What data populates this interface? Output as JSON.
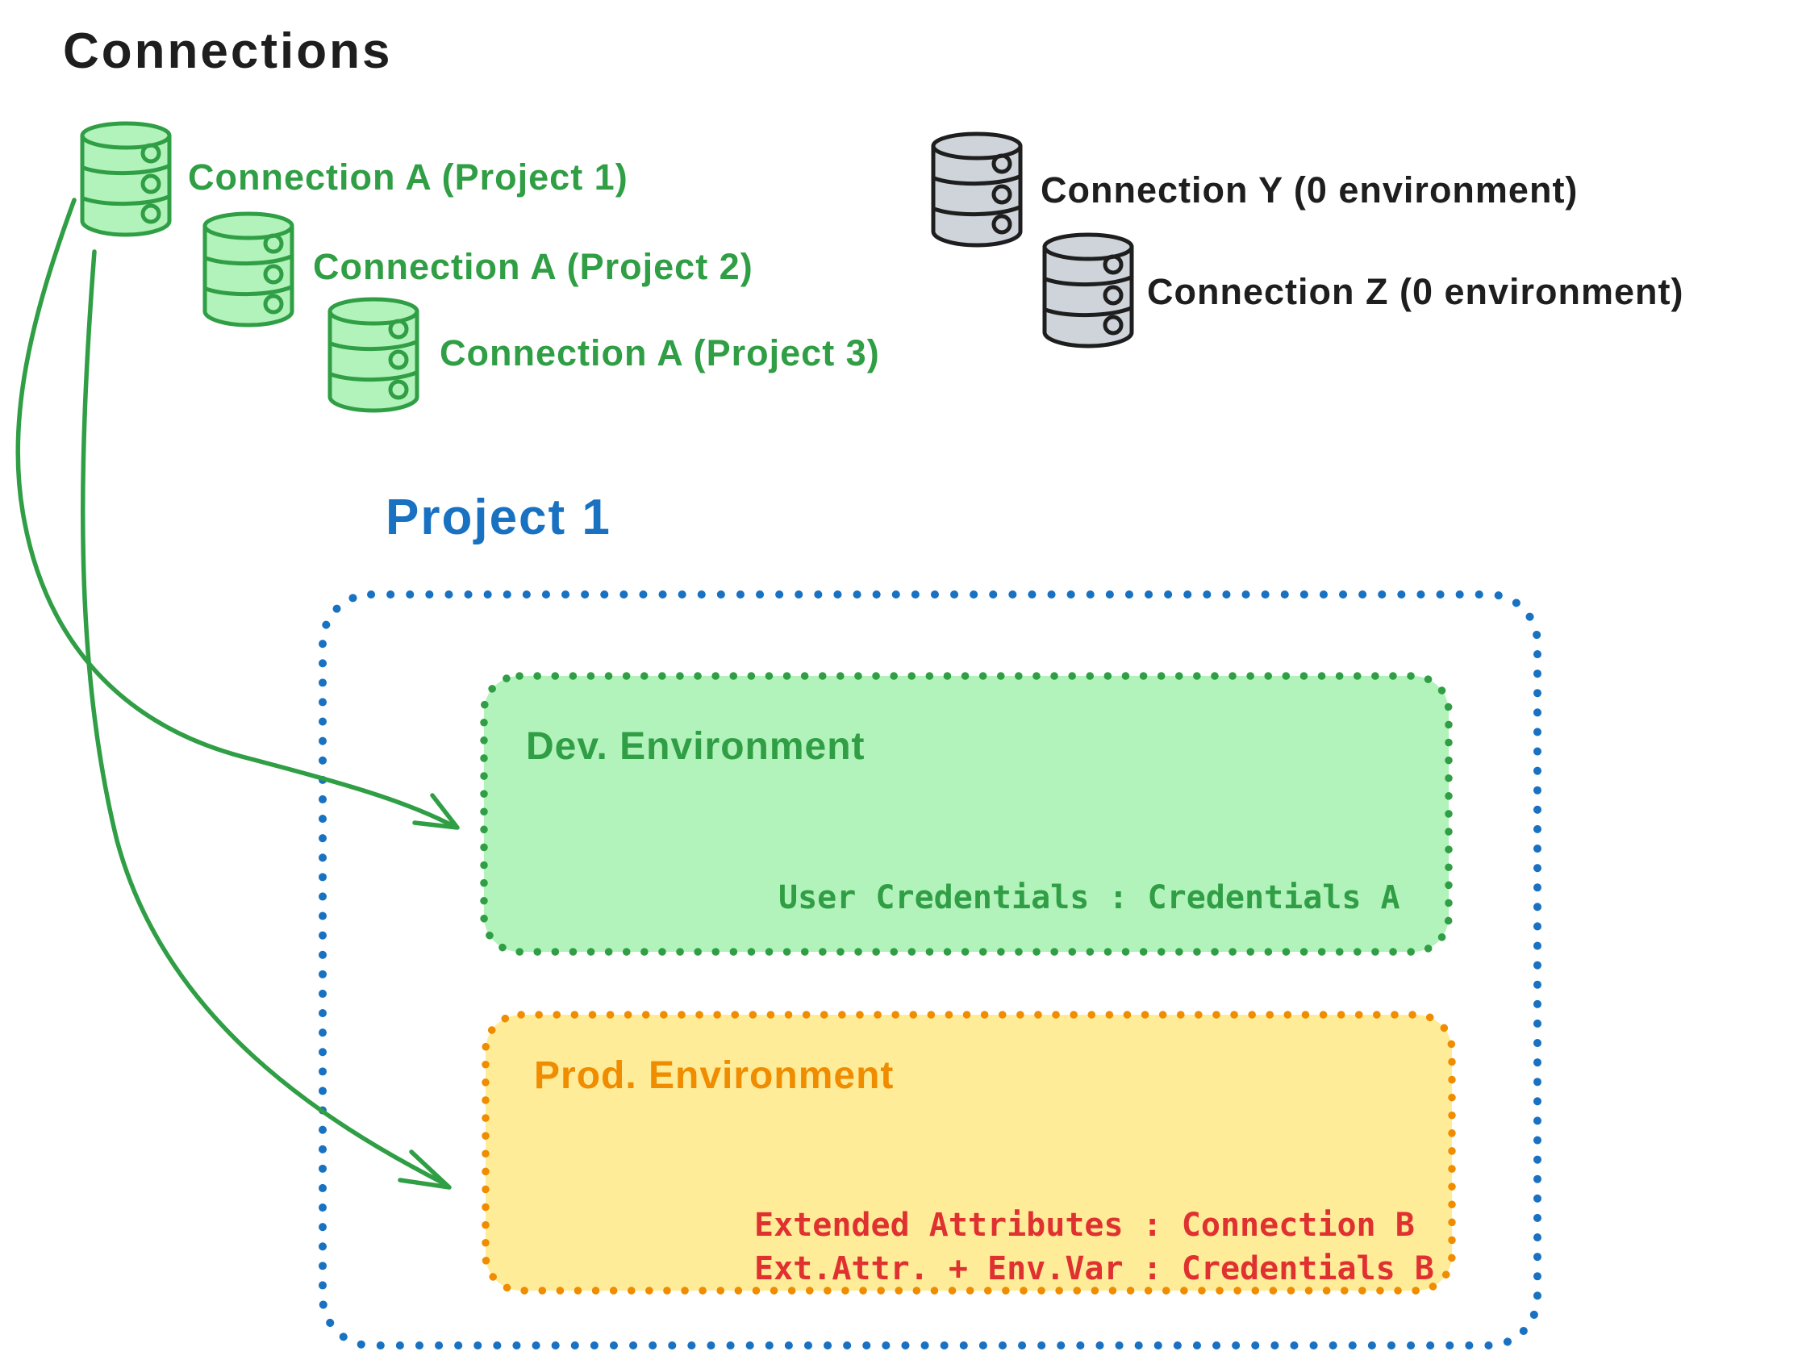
{
  "colors": {
    "ink": "#1e1e1e",
    "green": "#2f9e44",
    "green-fill": "#b2f2bb",
    "blue": "#1971c2",
    "orange": "#f08c00",
    "yellow-fill": "#ffec99",
    "red": "#e03131",
    "gray-fill": "#ced4da",
    "bg": "#ffffff"
  },
  "title": "Connections",
  "green_connections": [
    {
      "icon": "database-cylinder-icon",
      "label": "Connection A (Project 1)"
    },
    {
      "icon": "database-cylinder-icon",
      "label": "Connection A (Project 2)"
    },
    {
      "icon": "database-cylinder-icon",
      "label": "Connection A (Project 3)"
    }
  ],
  "gray_connections": [
    {
      "icon": "database-cylinder-icon",
      "label": "Connection Y (0 environment)"
    },
    {
      "icon": "database-cylinder-icon",
      "label": "Connection Z (0 environment)"
    }
  ],
  "project": {
    "title": "Project 1",
    "dev_environment": {
      "title": "Dev. Environment",
      "mapping": "User Credentials : Credentials A"
    },
    "prod_environment": {
      "title": "Prod. Environment",
      "mapping_line1": "Extended Attributes : Connection B",
      "mapping_line2": "Ext.Attr. + Env.Var : Credentials B"
    }
  }
}
